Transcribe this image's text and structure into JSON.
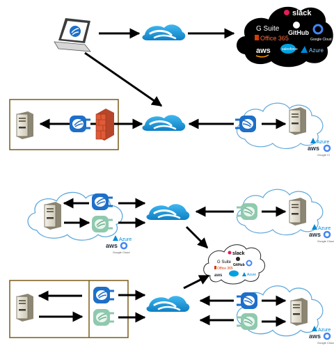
{
  "labels": {
    "slack": "slack",
    "gsuite": "G Suite",
    "github": "GitHub",
    "office365": "Office 365",
    "google_cloud": "Google Cloud",
    "aws": "aws",
    "salesforce": "salesforce",
    "azure": "Azure",
    "google_cloud_cut": "Google Cl"
  },
  "colors": {
    "zscaler_blue": "#1a9ee0",
    "connector_blue": "#1e6fc8",
    "connector_green": "#8fc9ae",
    "enclosure_border": "#7a5a16",
    "firewall": "#e05a36",
    "arrow": "#000000",
    "cloud_stroke": "#5fa8dc",
    "azure_blue": "#0089d6",
    "aws_orange": "#ff9900",
    "office_red": "#d83b01"
  },
  "icons": [
    "laptop-icon",
    "zscaler-cloud-icon",
    "server-icon",
    "connector-icon",
    "firewall-icon",
    "saas-cloud-icon",
    "private-cloud-icon"
  ]
}
